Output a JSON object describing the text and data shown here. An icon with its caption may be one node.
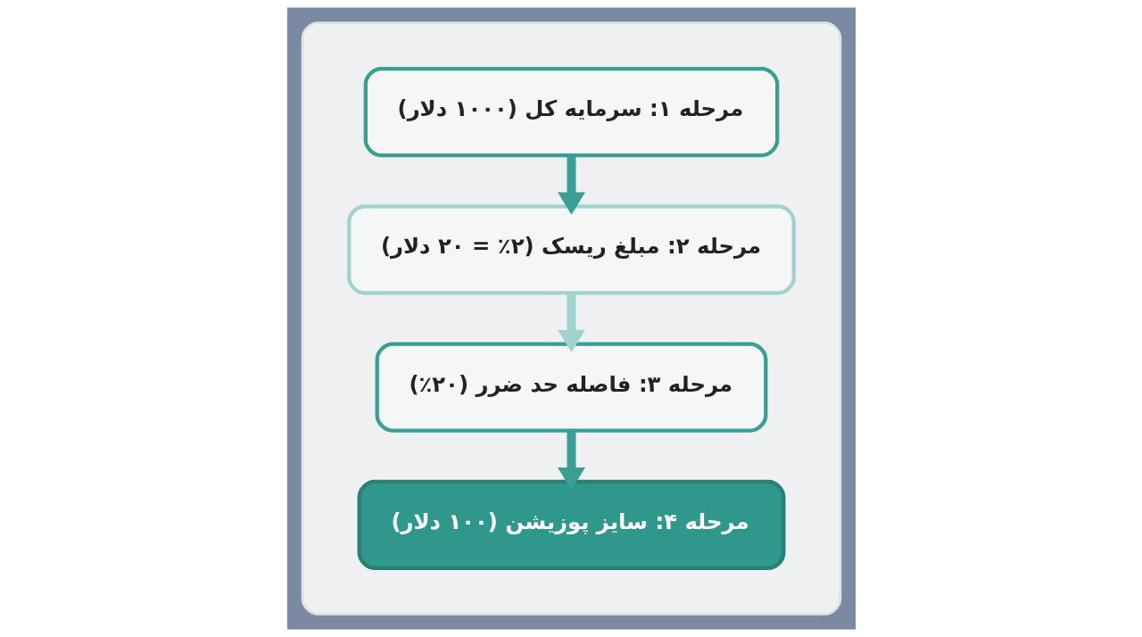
{
  "diagram": {
    "nodes": [
      {
        "text": [],
        "shape": "box"
      },
      {
        "text": [
          "مرحله ۱: سرمایه کل (۱۰۰۰ دلار)"
        ],
        "in": 0
      },
      {
        "text": [
          "مرحله ۲: مبلغ ریسک (۲٪ = ۲۰ دلار)"
        ],
        "in": 0
      },
      {
        "text": [
          "مرحله ۳: فاصله حد ضرر (۲۰٪)"
        ],
        "in": 0
      },
      {
        "text": [
          "مرحله ۴: سایز پوزیشن (۱۰۰ دلار)"
        ],
        "in": 0
      }
    ],
    "edges": [
      {
        "from": 1,
        "to": 2,
        "arrow": "to"
      },
      {
        "from": 2,
        "to": 3,
        "arrow": "to",
        "color": "#9fd3d0"
      },
      {
        "from": 3,
        "to": 4,
        "arrow": "to"
      }
    ]
  }
}
